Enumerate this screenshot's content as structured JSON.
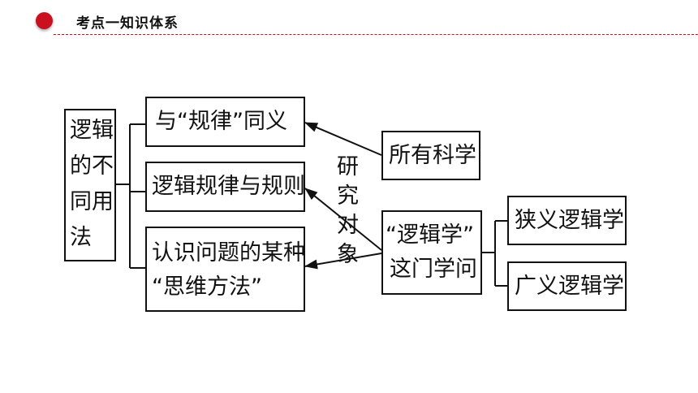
{
  "header": {
    "title": "考点一知识体系",
    "accent_color": "#c8101f"
  },
  "diagram": {
    "root_lines": [
      "逻辑",
      "的不",
      "同用",
      "法"
    ],
    "usage_1": "与“规律”同义",
    "usage_2": "逻辑规律与规则",
    "usage_3_lines": [
      "认识问题的某种",
      "“思维方法”"
    ],
    "object_label_chars": [
      "研",
      "究",
      "对",
      "象"
    ],
    "all_sciences": "所有科学",
    "discipline_lines": [
      "“逻辑学”",
      "这门学问"
    ],
    "narrow": "狭义逻辑学",
    "broad": "广义逻辑学"
  }
}
